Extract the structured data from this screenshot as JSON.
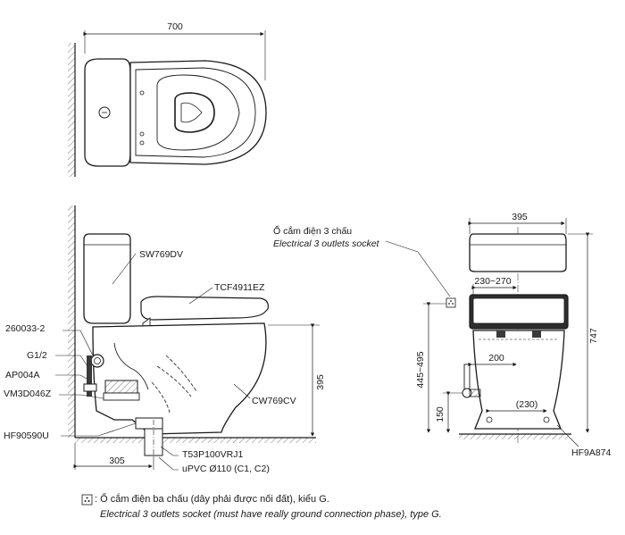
{
  "top_view": {
    "width_dim": "700"
  },
  "side_view": {
    "labels": {
      "tank": "SW769DV",
      "seat": "TCF4911EZ",
      "body": "CW769CV",
      "part_260033": "260033-2",
      "g12": "G1/2",
      "ap004a": "AP004A",
      "vm3d046z": "VM3D046Z",
      "hf90590u": "HF90590U",
      "t53p": "T53P100VRJ1",
      "upvc": "uPVC Ø110 (C1, C2)"
    },
    "dims": {
      "rough_in": "305",
      "bowl_height": "395"
    }
  },
  "front_view": {
    "socket_vi": "Ổ cắm điện 3 chấu",
    "socket_en": "Electrical 3 outlets socket",
    "dims": {
      "width": "395",
      "seat_range": "230~270",
      "supply": "200",
      "supply_center": "(230)",
      "height_total": "747",
      "socket_height": "445~495",
      "water_height": "150"
    },
    "flange": "HF9A874"
  },
  "footnote": {
    "symbol": "∴",
    "line_vi": ": Ổ cắm điện ba chấu (dây phải được nối đất), kiểu G.",
    "line_en": "Electrical 3 outlets socket (must have really ground connection phase), type G."
  }
}
